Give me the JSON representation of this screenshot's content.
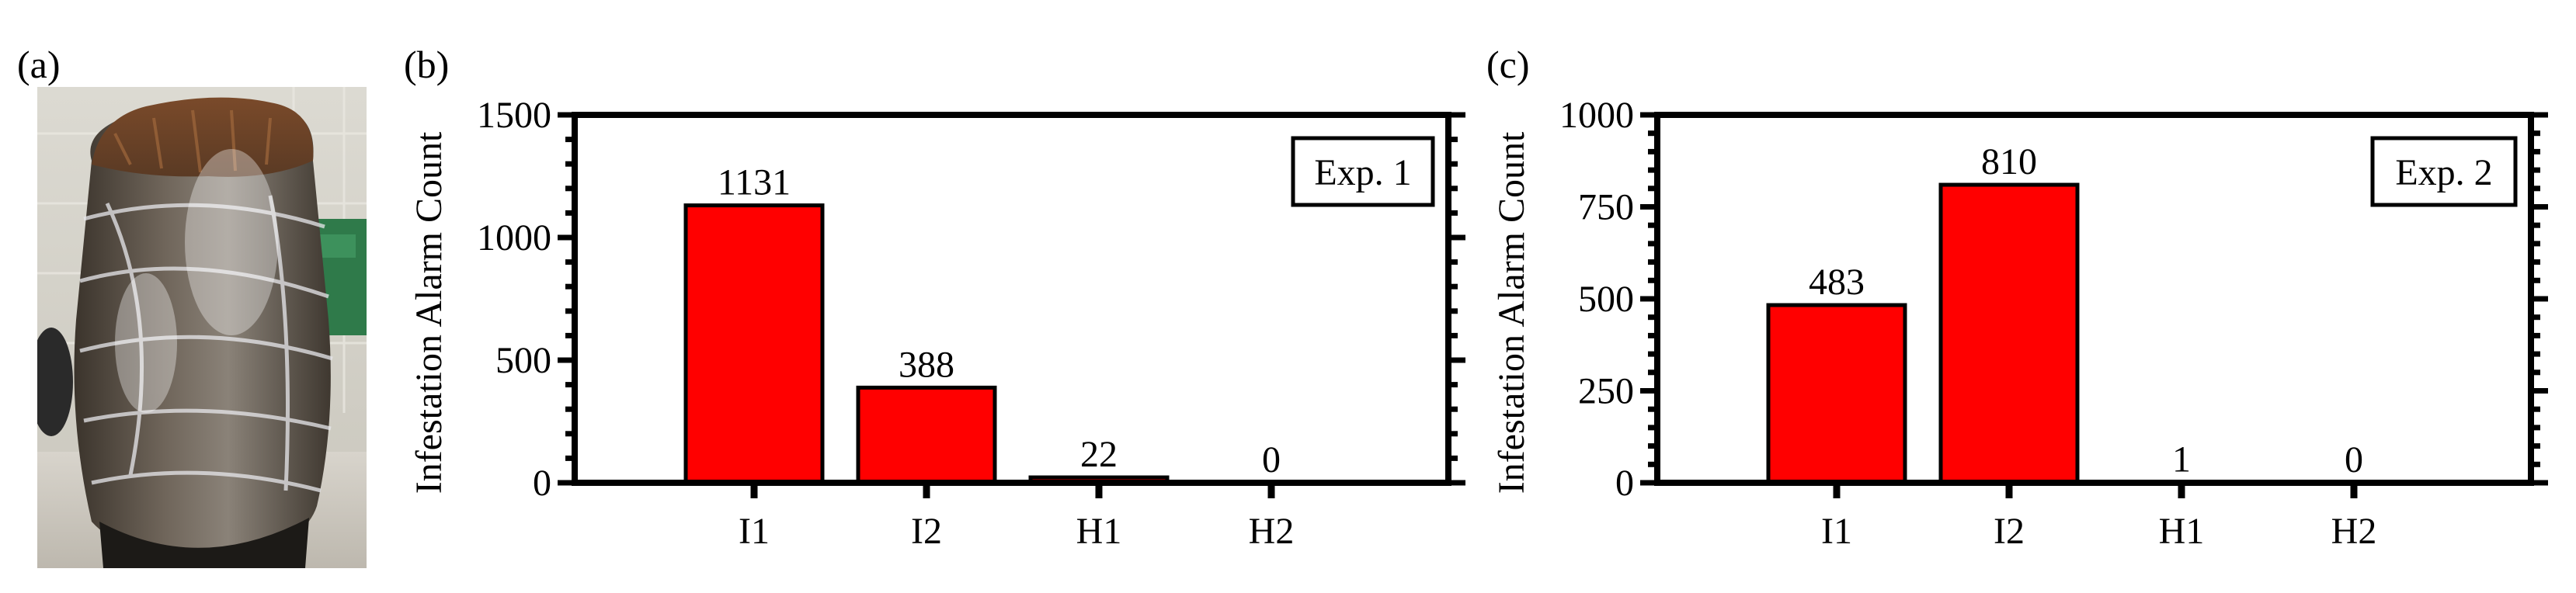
{
  "panels": {
    "a_label": "(a)",
    "b_label": "(b)",
    "c_label": "(c)"
  },
  "photo": {
    "subject": "palm-tree-stump-wrapped-in-plastic-film"
  },
  "colors": {
    "bar_fill": "#ff0000",
    "bar_stroke": "#000000",
    "axis": "#000000"
  },
  "chart_data": [
    {
      "type": "bar",
      "categories": [
        "I1",
        "I2",
        "H1",
        "H2"
      ],
      "values": [
        1131,
        388,
        22,
        0
      ],
      "value_labels": [
        "1131",
        "388",
        "22",
        "0"
      ],
      "ylabel": "Infestation Alarm Count",
      "xlabel": "",
      "ylim": [
        0,
        1500
      ],
      "yticks": [
        0,
        500,
        1000,
        1500
      ],
      "annotation": "Exp. 1",
      "grid": false
    },
    {
      "type": "bar",
      "categories": [
        "I1",
        "I2",
        "H1",
        "H2"
      ],
      "values": [
        483,
        810,
        1,
        0
      ],
      "value_labels": [
        "483",
        "810",
        "1",
        "0"
      ],
      "ylabel": "Infestation Alarm Count",
      "xlabel": "",
      "ylim": [
        0,
        1000
      ],
      "yticks": [
        0,
        250,
        500,
        750,
        1000
      ],
      "annotation": "Exp. 2",
      "grid": false
    }
  ]
}
